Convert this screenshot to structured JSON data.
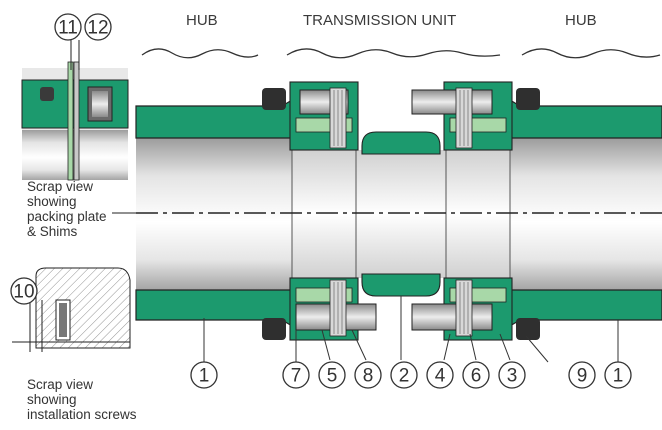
{
  "labels": {
    "hub_left": "HUB",
    "transmission_unit": "TRANSMISSION UNIT",
    "hub_right": "HUB"
  },
  "captions": {
    "scrap_view_1": [
      "Scrap view",
      "showing",
      "packing plate",
      "& Shims"
    ],
    "scrap_view_2": [
      "Scrap view",
      "showing",
      "installation screws"
    ]
  },
  "callouts": {
    "c11": "11",
    "c12": "12",
    "c10": "10",
    "bottom": [
      "1",
      "7",
      "5",
      "8",
      "2",
      "4",
      "6",
      "3",
      "9",
      "1"
    ]
  },
  "colors": {
    "part_green": "#1c9a6e",
    "light_green": "#a8d8a8",
    "outline": "#222222",
    "bolt_gray": "#b9b9b9"
  }
}
